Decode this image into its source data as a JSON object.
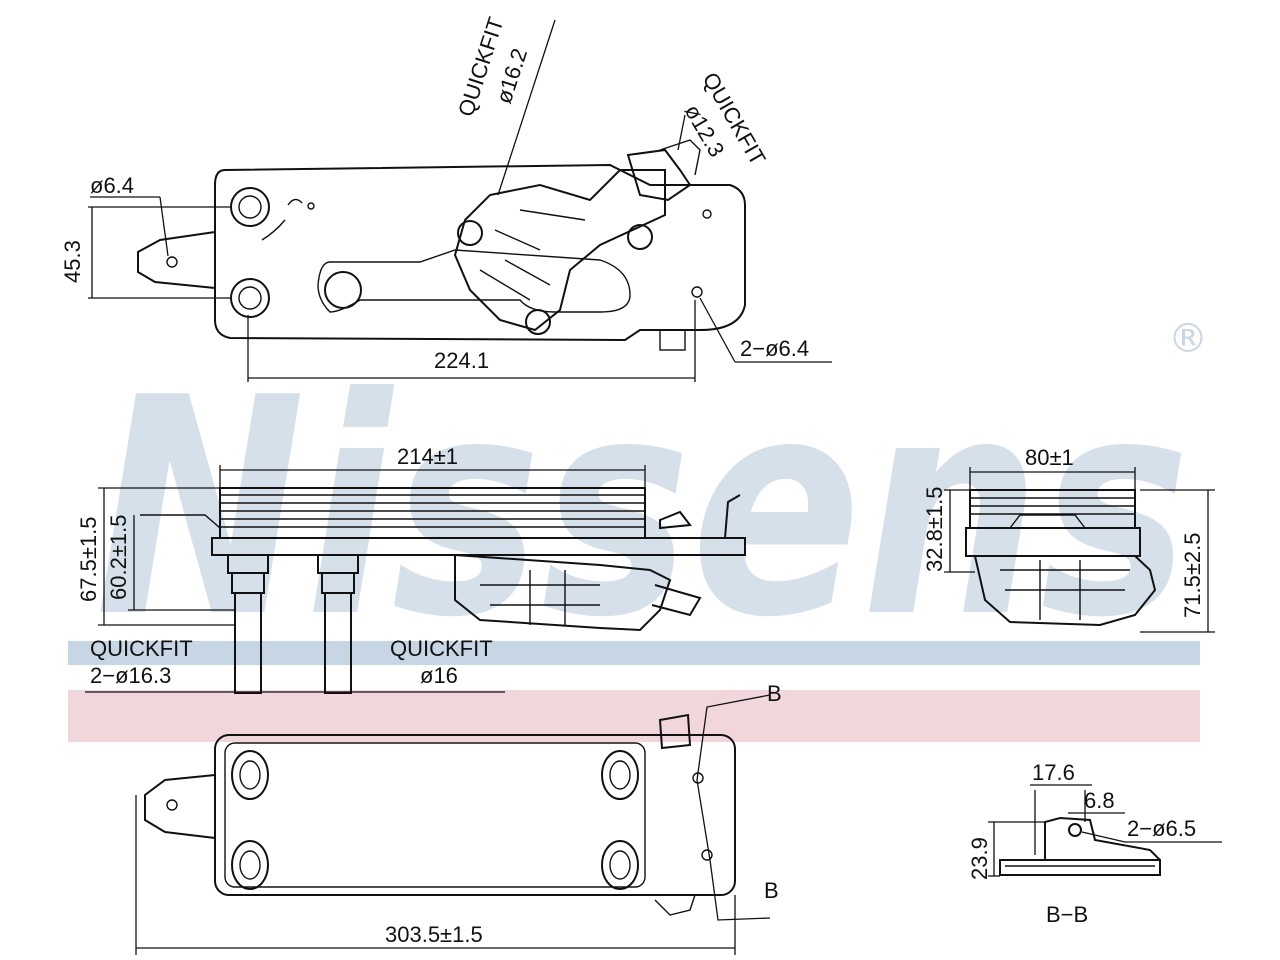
{
  "brand": {
    "watermark": "Nissens",
    "registered_mark": "®",
    "watermark_color": "#c9d6e3",
    "band_blue": "#c7d6e4",
    "band_pink": "#f1d6dc"
  },
  "top_view": {
    "quickfit_left": "QUICKFIT",
    "quickfit_left_dia": "ø16.2",
    "quickfit_right": "QUICKFIT",
    "quickfit_right_dia": "ø12.3",
    "hole_dia": "ø6.4",
    "height_dim": "45.3",
    "width_dim": "224.1",
    "holes_note": "2−ø6.4"
  },
  "side_view": {
    "width_dim": "214±1",
    "height_outer": "67.5±1.5",
    "height_inner": "60.2±1.5",
    "quickfit_a": "QUICKFIT",
    "quickfit_a_dia": "2−ø16.3",
    "quickfit_b": "QUICKFIT",
    "quickfit_b_dia": "ø16"
  },
  "end_view": {
    "width_dim": "80±1",
    "height_inner": "32.8±1.5",
    "height_outer": "71.5±2.5"
  },
  "bottom_view": {
    "length_dim": "303.5±1.5",
    "section_mark_top": "B",
    "section_mark_bottom": "B"
  },
  "section_view": {
    "dim_a": "17.6",
    "dim_b": "6.8",
    "dim_c": "23.9",
    "holes_note": "2−ø6.5",
    "caption": "B−B"
  }
}
